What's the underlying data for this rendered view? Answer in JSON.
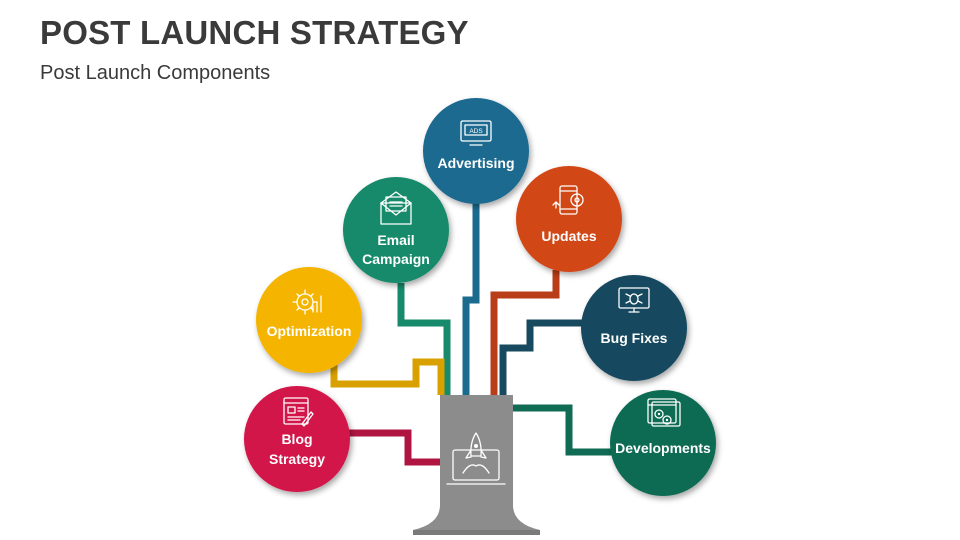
{
  "header": {
    "title": "POST LAUNCH STRATEGY",
    "subtitle": "Post Launch Components"
  },
  "nodes": {
    "advertising": {
      "label": "Advertising",
      "color": "#1b6b8f",
      "icon": "ads-monitor-icon",
      "icon_text": "ADS"
    },
    "email": {
      "label_line1": "Email",
      "label_line2": "Campaign",
      "color": "#168a6a",
      "icon": "envelope-icon"
    },
    "updates": {
      "label": "Updates",
      "color": "#d24619",
      "icon": "phone-gear-icon"
    },
    "bugfixes": {
      "label": "Bug Fixes",
      "color": "#174a5e",
      "icon": "bug-monitor-icon"
    },
    "optimization": {
      "label": "Optimization",
      "color": "#f4b400",
      "icon": "gear-chart-icon"
    },
    "developments": {
      "label": "Developments",
      "color": "#0f6b53",
      "icon": "browser-gears-icon"
    },
    "blog": {
      "label_line1": "Blog",
      "label_line2": "Strategy",
      "color": "#d3174a",
      "icon": "blog-page-icon"
    }
  },
  "trunk": {
    "color": "#8c8c8c",
    "icon": "rocket-laptop-icon"
  },
  "connector_colors": {
    "advertising": "#1b6b8f",
    "email": "#168a6a",
    "updates": "#b83d18",
    "bugfixes": "#174a5e",
    "optimization": "#d9a100",
    "developments": "#0f6b53",
    "blog": "#b01440"
  }
}
